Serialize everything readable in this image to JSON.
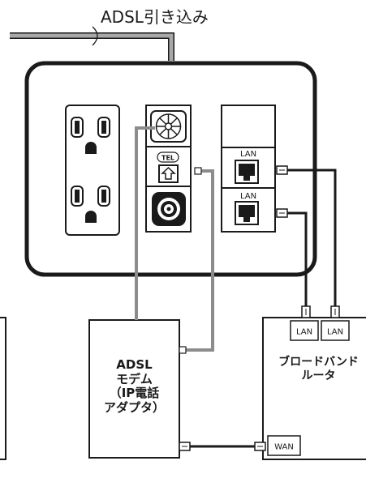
{
  "adsl_line": {
    "label": "ADSL引き込み"
  },
  "wall_plate": {
    "tel_label": "TEL",
    "lan_labels": [
      "LAN",
      "LAN"
    ]
  },
  "modem": {
    "lines": [
      "ADSL",
      "モデム",
      "（IP電話",
      "アダプタ）"
    ]
  },
  "router": {
    "lines": [
      "ブロードバンド",
      "ルータ"
    ],
    "lan_ports": [
      "LAN",
      "LAN"
    ],
    "wan_port": "WAN"
  },
  "colors": {
    "outline": "#1a1a1a",
    "phone_cable": "#8c8c8c",
    "lan_cable": "#1a1a1a",
    "incoming_pipe": "#a8a8a8"
  }
}
